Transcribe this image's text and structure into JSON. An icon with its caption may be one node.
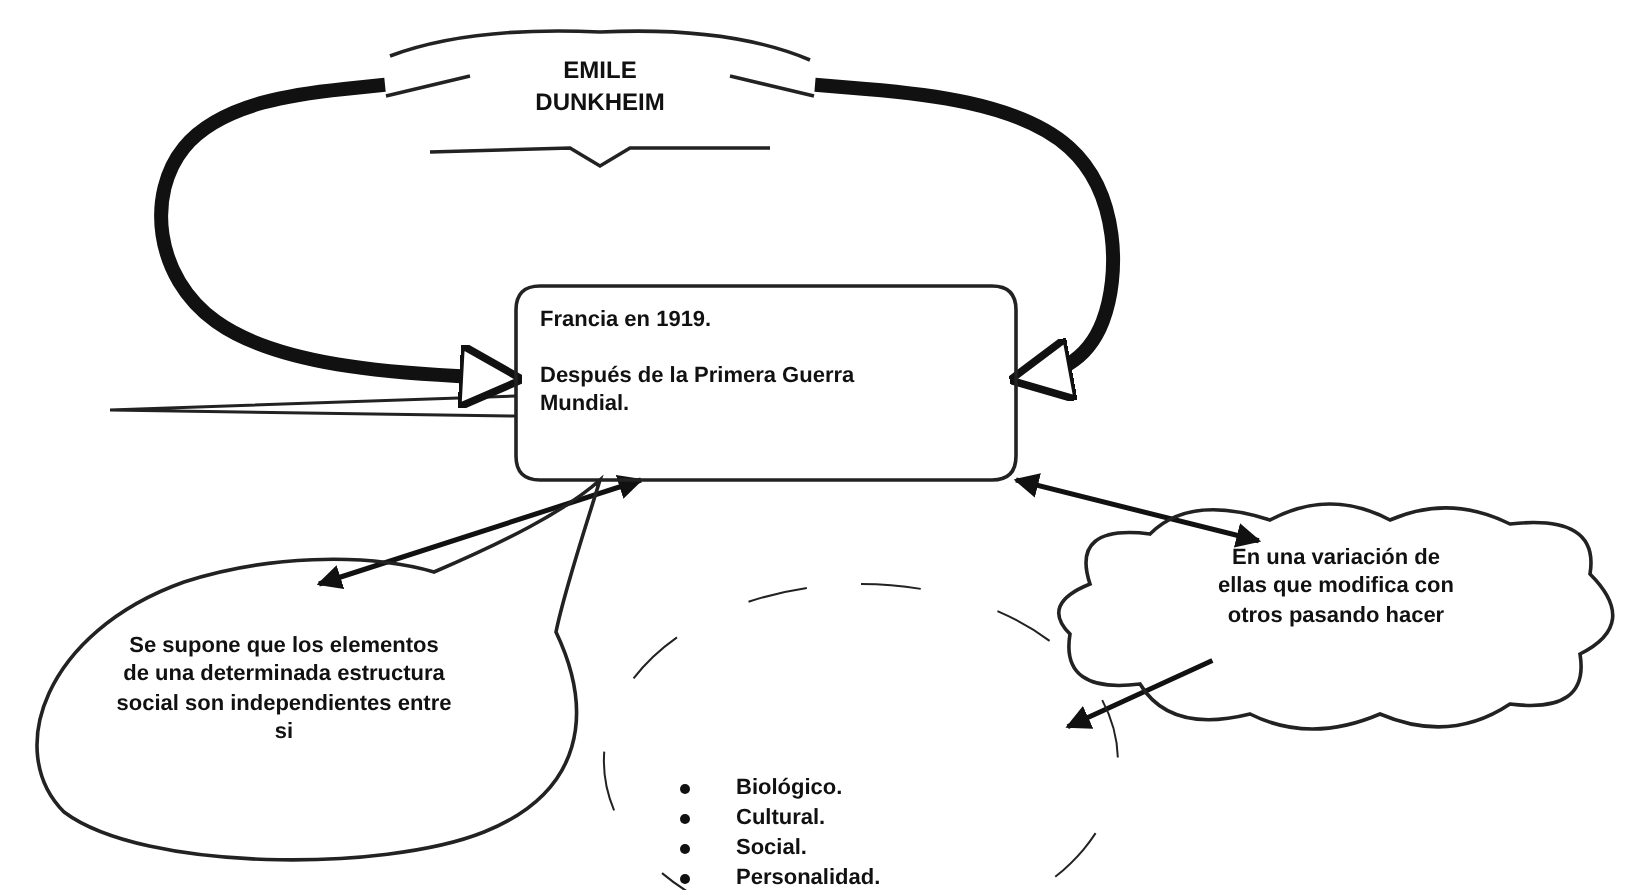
{
  "diagram": {
    "nodes": [
      {
        "text": [
          "EMILE DUNKHEIM"
        ]
      },
      {
        "text": [
          "Francia en 1919.",
          "Después de la Primera Guerra Mundial."
        ]
      },
      {
        "text": [
          "Se supone que los elementos de una determinada estructura social son independientes entre si"
        ]
      },
      {
        "text": [
          "En una variación de ellas que modifica con otros pasando hacer"
        ]
      },
      {
        "text": [
          "Biológico.",
          "Cultural.",
          "Social.",
          "Personalidad."
        ]
      }
    ],
    "edges": [
      {
        "from": 0,
        "to": 1,
        "arrow": "to",
        "style": "thick"
      },
      {
        "from": 0,
        "to": 1,
        "arrow": "to",
        "style": "thick"
      },
      {
        "from": 1,
        "to": 2,
        "arrow": "both"
      },
      {
        "from": 1,
        "to": 3,
        "arrow": "both"
      },
      {
        "from": 3,
        "to": 4,
        "arrow": "to"
      }
    ]
  }
}
